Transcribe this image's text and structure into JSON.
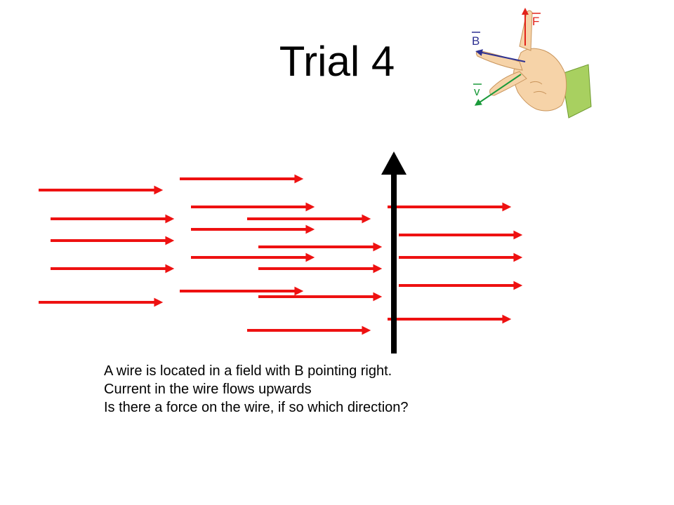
{
  "slide": {
    "title": "Trial 4"
  },
  "right_hand_rule": {
    "labels": {
      "force": "F",
      "field": "B",
      "velocity": "v"
    },
    "colors": {
      "force": "#e2231a",
      "field": "#2e3192",
      "velocity": "#1a9a3a",
      "skin": "#f6d3a8",
      "sleeve": "#a8d060"
    }
  },
  "field_diagram": {
    "field_direction": "right",
    "current_direction": "up",
    "colors": {
      "field_arrow": "#ee1111",
      "wire": "#000000"
    }
  },
  "question": {
    "line1": "A wire is located in a field with B pointing right.",
    "line2": "Current in the wire flows upwards",
    "line3": "Is there a force on the wire, if so which direction?"
  }
}
